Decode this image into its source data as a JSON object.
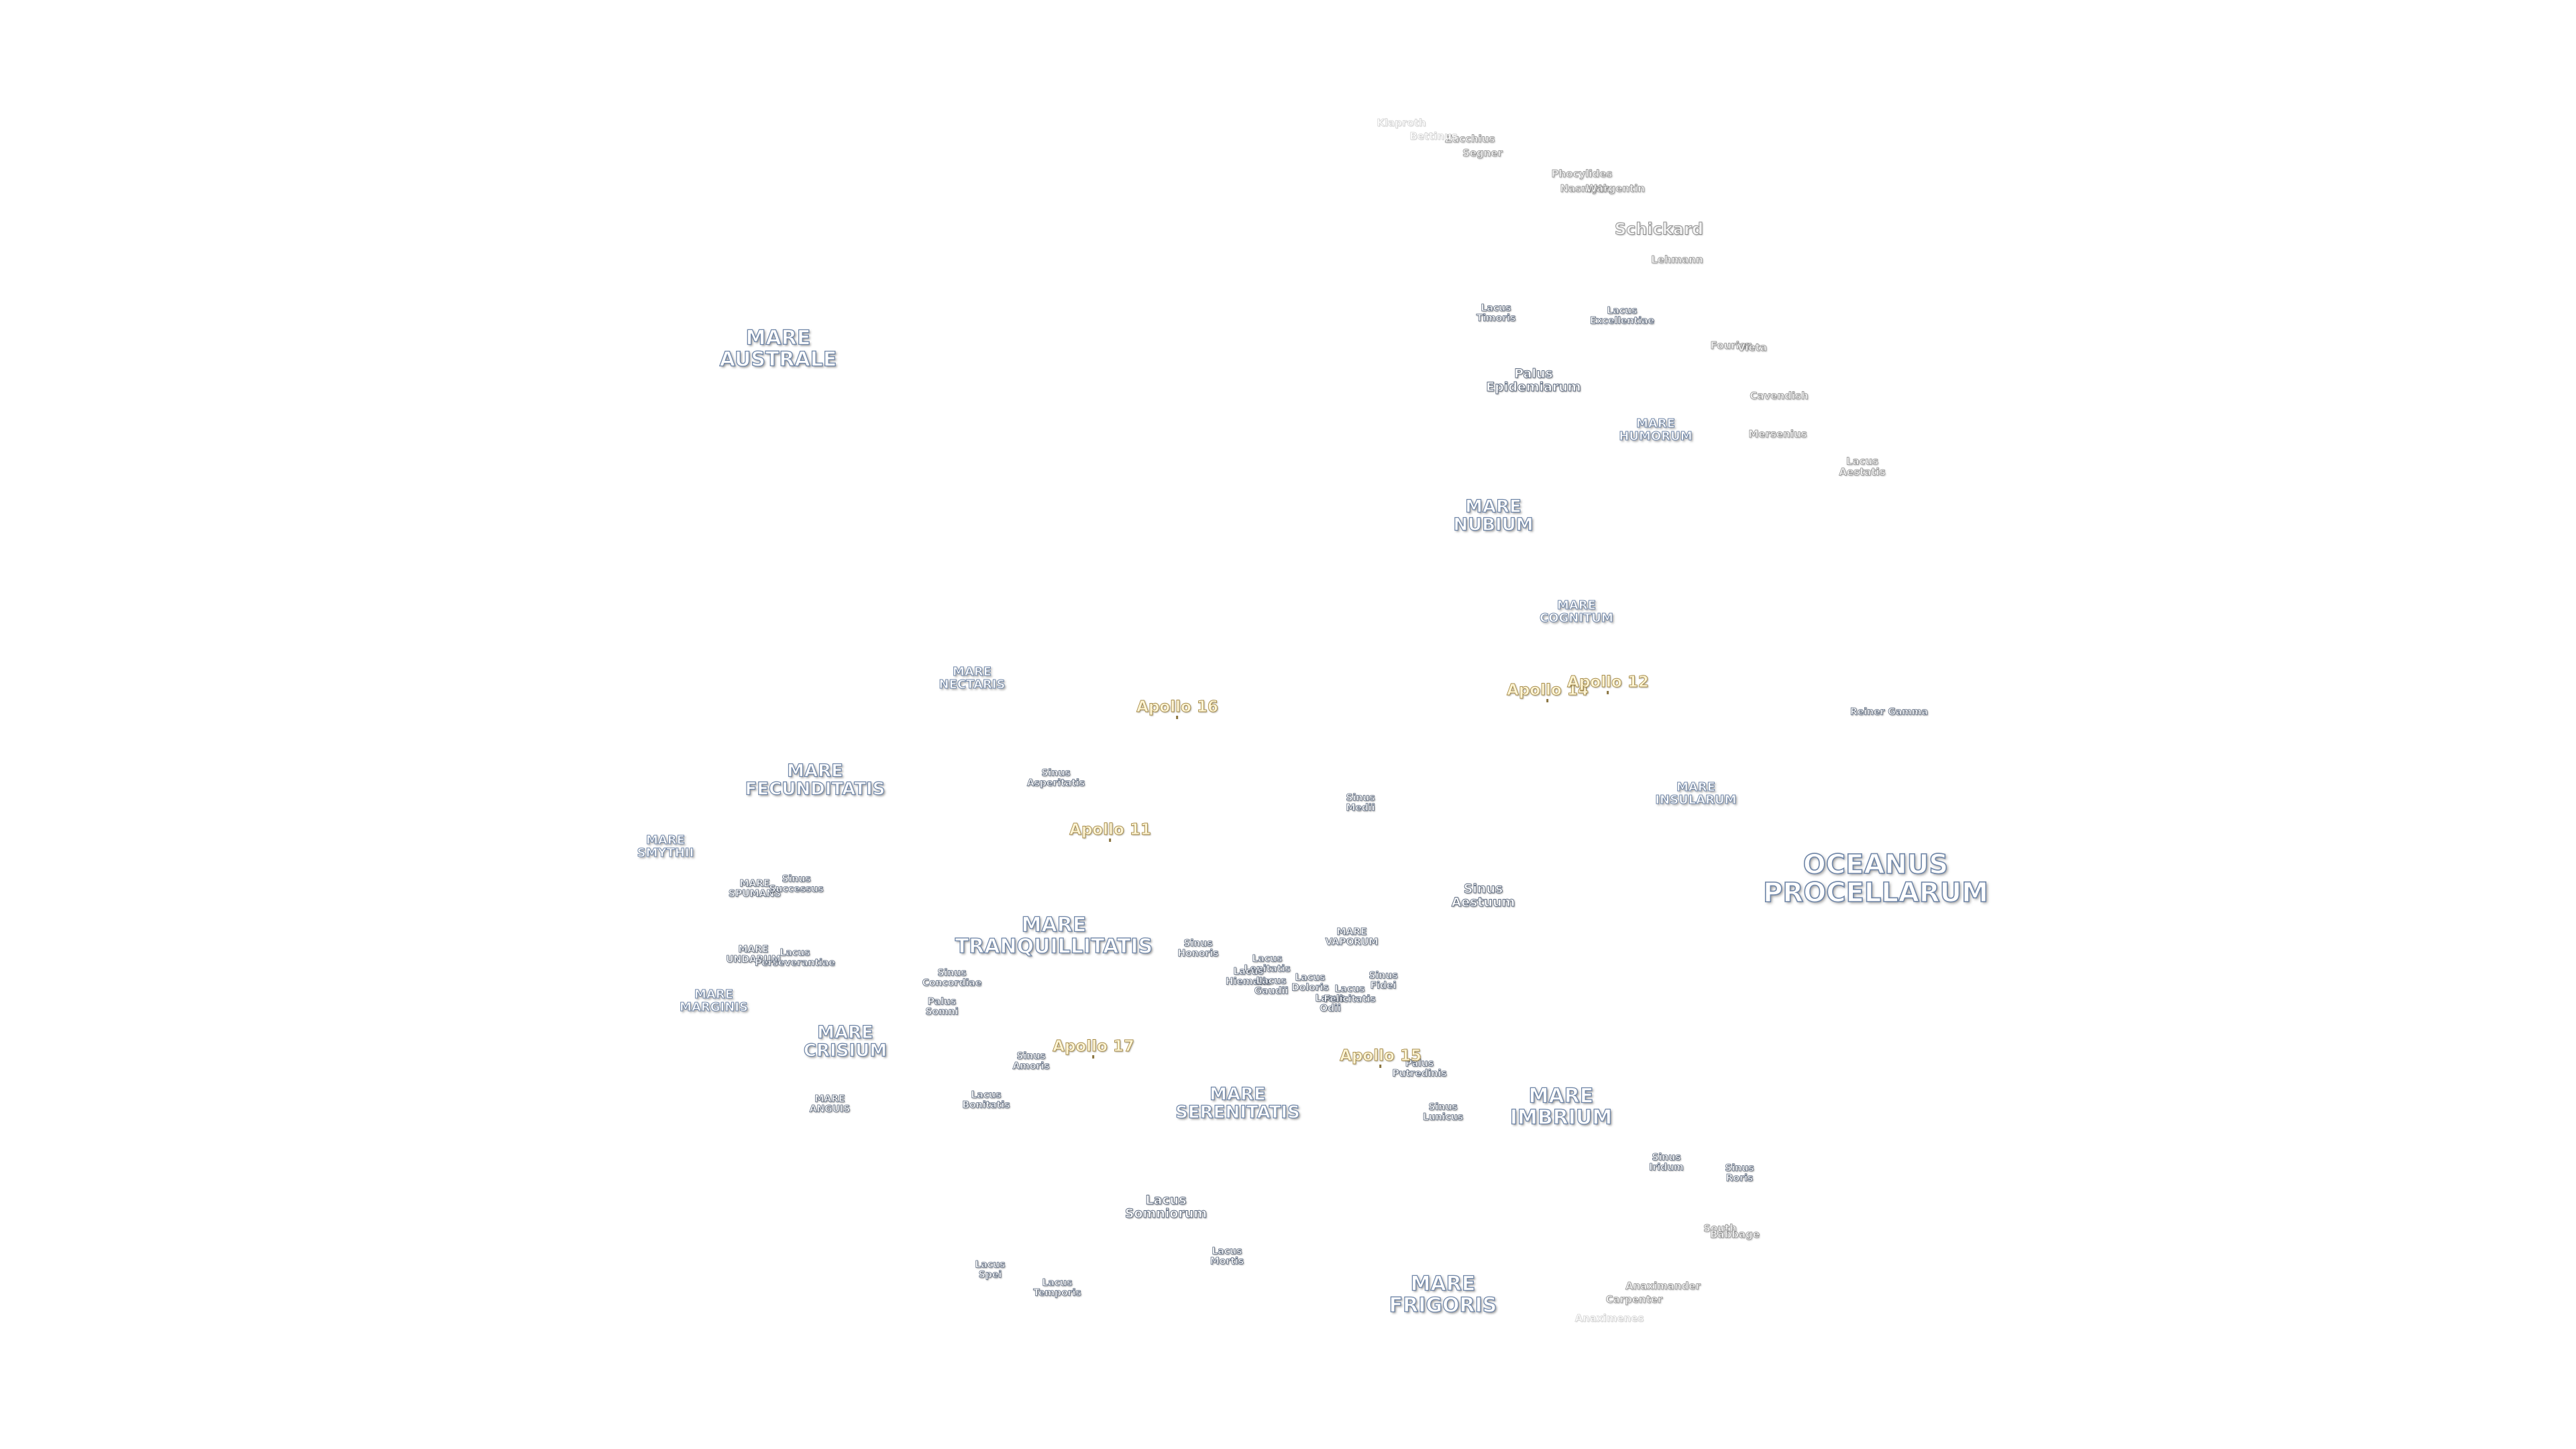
{
  "labels": [
    {
      "id": "mare-australe",
      "text": "MARE\nAUSTRALE",
      "kind": "mare-md"
    },
    {
      "id": "oceanus-procellarum",
      "text": "OCEANUS\nPROCELLARUM",
      "kind": "mare-lg"
    },
    {
      "id": "mare-humorum",
      "text": "MARE\nHUMORUM",
      "kind": "mare-sm"
    },
    {
      "id": "mare-nubium",
      "text": "MARE\nNUBIUM",
      "kind": "mare"
    },
    {
      "id": "mare-cognitum",
      "text": "MARE\nCOGNITUM",
      "kind": "mare-sm"
    },
    {
      "id": "mare-nectaris",
      "text": "MARE\nNECTARIS",
      "kind": "mare-sm"
    },
    {
      "id": "mare-fecunditatis",
      "text": "MARE\nFECUNDITATIS",
      "kind": "mare"
    },
    {
      "id": "mare-smythii",
      "text": "MARE\nSMYTHII",
      "kind": "mare-sm"
    },
    {
      "id": "mare-spumans",
      "text": "MARE\nSPUMANS",
      "kind": "feat-sm"
    },
    {
      "id": "mare-undarum",
      "text": "MARE\nUNDARUM",
      "kind": "feat-sm"
    },
    {
      "id": "mare-marginis",
      "text": "MARE\nMARGINIS",
      "kind": "mare-sm"
    },
    {
      "id": "mare-crisium",
      "text": "MARE\nCRISIUM",
      "kind": "mare"
    },
    {
      "id": "mare-anguis",
      "text": "MARE\nANGUIS",
      "kind": "feat-sm"
    },
    {
      "id": "mare-tranquillitatis",
      "text": "MARE\nTRANQUILLITATIS",
      "kind": "mare-md"
    },
    {
      "id": "mare-insularum",
      "text": "MARE\nINSULARUM",
      "kind": "mare-sm"
    },
    {
      "id": "mare-vaporum",
      "text": "MARE\nVAPORUM",
      "kind": "feat-sm"
    },
    {
      "id": "mare-serenitatis",
      "text": "MARE\nSERENITATIS",
      "kind": "mare"
    },
    {
      "id": "mare-imbrium",
      "text": "MARE\nIMBRIUM",
      "kind": "mare-md"
    },
    {
      "id": "mare-frigoris",
      "text": "MARE\nFRIGORIS",
      "kind": "mare-md"
    },
    {
      "id": "palus-epidemiarum",
      "text": "Palus\nEpidemiarum",
      "kind": "feat"
    },
    {
      "id": "lacus-timoris",
      "text": "Lacus\nTimoris",
      "kind": "feat-sm"
    },
    {
      "id": "lacus-excellentiae",
      "text": "Lacus\nExcellentiae",
      "kind": "feat-sm"
    },
    {
      "id": "lacus-aestatis",
      "text": "Lacus\nAestatis",
      "kind": "crater"
    },
    {
      "id": "sinus-asperitatis",
      "text": "Sinus\nAsperitatis",
      "kind": "feat-sm"
    },
    {
      "id": "sinus-medii",
      "text": "Sinus\nMedii",
      "kind": "feat-sm"
    },
    {
      "id": "sinus-aestuum",
      "text": "Sinus\nAestuum",
      "kind": "feat"
    },
    {
      "id": "sinus-successus",
      "text": "Sinus\nSuccessus",
      "kind": "feat-sm"
    },
    {
      "id": "lacus-perseverantiae",
      "text": "Lacus\nPerseverantiae",
      "kind": "feat-sm"
    },
    {
      "id": "sinus-concordiae",
      "text": "Sinus\nConcordiae",
      "kind": "feat-sm"
    },
    {
      "id": "palus-somni",
      "text": "Palus\nSomni",
      "kind": "feat-sm"
    },
    {
      "id": "sinus-honoris",
      "text": "Sinus\nHonoris",
      "kind": "feat-sm"
    },
    {
      "id": "lacus-lenitatis",
      "text": "Lacus\nLenitatis",
      "kind": "feat-sm"
    },
    {
      "id": "lacus-hiemalis",
      "text": "Lacus\nHiemalis",
      "kind": "feat-sm"
    },
    {
      "id": "lacus-gaudii",
      "text": "Lacus\nGaudii",
      "kind": "feat-sm"
    },
    {
      "id": "lacus-doloris",
      "text": "Lacus\nDoloris",
      "kind": "feat-sm"
    },
    {
      "id": "lacus-odii",
      "text": "Lacus\nOdii",
      "kind": "feat-sm"
    },
    {
      "id": "lacus-felicitatis",
      "text": "Lacus\nFelicitatis",
      "kind": "feat-sm"
    },
    {
      "id": "sinus-fidei",
      "text": "Sinus\nFidei",
      "kind": "feat-sm"
    },
    {
      "id": "sinus-amoris",
      "text": "Sinus\nAmoris",
      "kind": "feat-sm"
    },
    {
      "id": "lacus-bonitatis",
      "text": "Lacus\nBonitatis",
      "kind": "feat-sm"
    },
    {
      "id": "palus-putredinis",
      "text": "Palus\nPutredinis",
      "kind": "feat-sm"
    },
    {
      "id": "sinus-lunicus",
      "text": "Sinus\nLunicus",
      "kind": "feat-sm"
    },
    {
      "id": "sinus-iridum",
      "text": "Sinus\nIridum",
      "kind": "feat-sm"
    },
    {
      "id": "sinus-roris",
      "text": "Sinus\nRoris",
      "kind": "feat-sm"
    },
    {
      "id": "lacus-somniorum",
      "text": "Lacus\nSomniorum",
      "kind": "feat"
    },
    {
      "id": "lacus-mortis",
      "text": "Lacus\nMortis",
      "kind": "feat-sm"
    },
    {
      "id": "lacus-spei",
      "text": "Lacus\nSpei",
      "kind": "feat-sm"
    },
    {
      "id": "lacus-temporis",
      "text": "Lacus\nTemporis",
      "kind": "feat-sm"
    },
    {
      "id": "reiner-gamma",
      "text": "Reiner Gamma",
      "kind": "feat-sm"
    },
    {
      "id": "crater-zucchius",
      "text": "Zucchius",
      "kind": "crater"
    },
    {
      "id": "crater-bettinus",
      "text": "Bettinus",
      "kind": "crater-faint"
    },
    {
      "id": "crater-klaproth",
      "text": "Klaproth",
      "kind": "crater-faint"
    },
    {
      "id": "crater-segner",
      "text": "Segner",
      "kind": "crater"
    },
    {
      "id": "crater-phocylides",
      "text": "Phocylides",
      "kind": "crater"
    },
    {
      "id": "crater-nasmyth",
      "text": "Nasmyth",
      "kind": "crater"
    },
    {
      "id": "crater-wargentin",
      "text": "Wargentin",
      "kind": "crater"
    },
    {
      "id": "crater-schickard",
      "text": "Schickard",
      "kind": "crater-lg"
    },
    {
      "id": "crater-lehmann",
      "text": "Lehmann",
      "kind": "crater"
    },
    {
      "id": "crater-fourier",
      "text": "Fourier",
      "kind": "crater"
    },
    {
      "id": "crater-vieta",
      "text": "Vieta",
      "kind": "crater"
    },
    {
      "id": "crater-cavendish",
      "text": "Cavendish",
      "kind": "crater"
    },
    {
      "id": "crater-mersenius",
      "text": "Mersenius",
      "kind": "crater"
    },
    {
      "id": "crater-south",
      "text": "South",
      "kind": "crater"
    },
    {
      "id": "crater-babbage",
      "text": "Babbage",
      "kind": "crater"
    },
    {
      "id": "crater-anaximander",
      "text": "Anaximander",
      "kind": "crater"
    },
    {
      "id": "crater-carpenter",
      "text": "Carpenter",
      "kind": "crater"
    },
    {
      "id": "crater-anaximenes",
      "text": "Anaximenes",
      "kind": "crater-faint"
    },
    {
      "id": "apollo-16",
      "text": "Apollo 16",
      "kind": "apollo"
    },
    {
      "id": "apollo-14",
      "text": "Apollo 14",
      "kind": "apollo"
    },
    {
      "id": "apollo-12",
      "text": "Apollo 12",
      "kind": "apollo"
    },
    {
      "id": "apollo-11",
      "text": "Apollo 11",
      "kind": "apollo"
    },
    {
      "id": "apollo-17",
      "text": "Apollo 17",
      "kind": "apollo"
    },
    {
      "id": "apollo-15",
      "text": "Apollo 15",
      "kind": "apollo"
    }
  ]
}
